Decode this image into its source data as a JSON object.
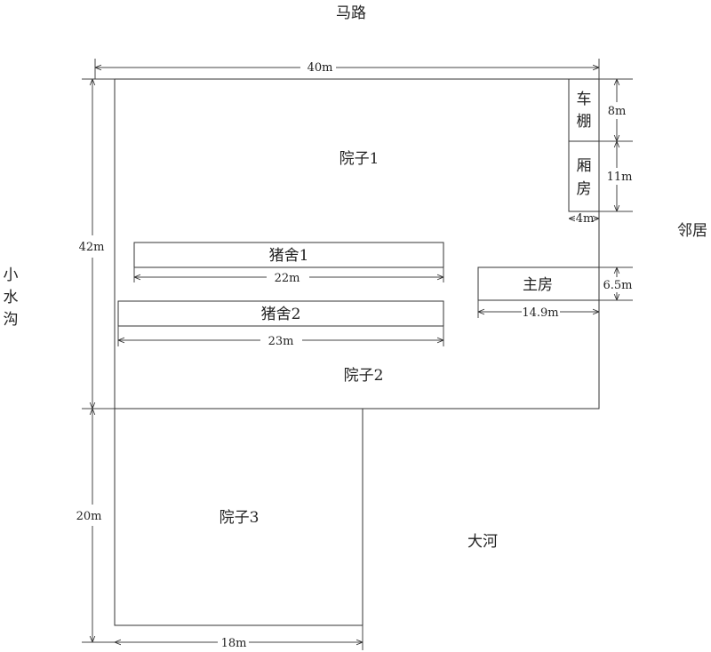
{
  "surroundings": {
    "road": "马路",
    "neighbor": "邻居",
    "ditch": [
      "小",
      "水",
      "沟"
    ],
    "river": "大河"
  },
  "yards": {
    "yard1": "院子1",
    "yard2": "院子2",
    "yard3": "院子3"
  },
  "buildings": {
    "pigsty1": "猪舍1",
    "pigsty2": "猪舍2",
    "main_house": "主房",
    "carport": [
      "车",
      "棚"
    ],
    "side_room": [
      "厢",
      "房"
    ]
  },
  "dimensions": {
    "top_width": "40m",
    "left_height": "42m",
    "bottom_left_height": "20m",
    "bottom_width": "18m",
    "carport_height": "8m",
    "side_room_height": "11m",
    "side_room_width": "4m",
    "main_house_height": "6.5m",
    "main_house_width": "14.9m",
    "pigsty1_width": "22m",
    "pigsty2_width": "23m"
  }
}
